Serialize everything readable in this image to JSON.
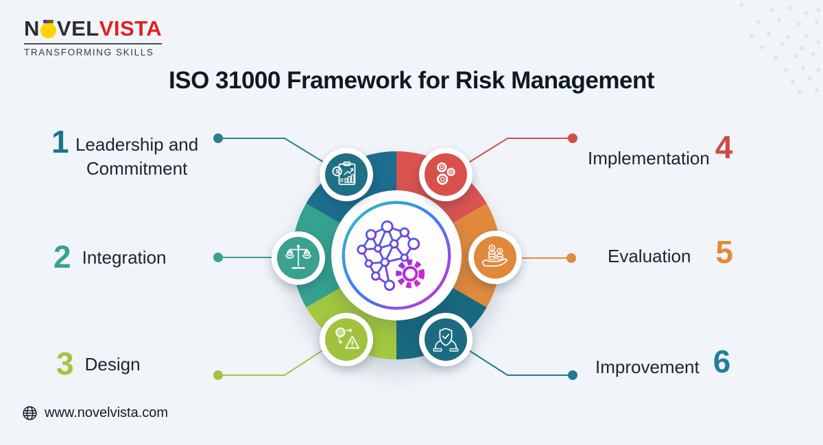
{
  "brand": {
    "name_part1": "N",
    "name_part2": "VEL",
    "name_part3": "VISTA",
    "tagline": "TRANSFORMING SKILLS"
  },
  "title": "ISO 31000 Framework for Risk Management",
  "website": "www.novelvista.com",
  "steps": [
    {
      "number": "1",
      "label": "Leadership and Commitment",
      "color": "#1c7390",
      "icon": "financial-report-icon"
    },
    {
      "number": "2",
      "label": "Integration",
      "color": "#3aa191",
      "icon": "balance-scale-icon"
    },
    {
      "number": "3",
      "label": "Design",
      "color": "#a5c440",
      "icon": "gear-warning-icon"
    },
    {
      "number": "4",
      "label": "Implementation",
      "color": "#cc4b49",
      "icon": "gears-icon"
    },
    {
      "number": "5",
      "label": "Evaluation",
      "color": "#e08a38",
      "icon": "hand-coins-icon"
    },
    {
      "number": "6",
      "label": "Improvement",
      "color": "#257e98",
      "icon": "shield-check-icon"
    }
  ],
  "colors": {
    "background": "#f1f4f8",
    "title_text": "#0f1a26",
    "label_text": "#1b2533",
    "wedge_red": "#d95450",
    "wedge_orange": "#e1893d",
    "wedge_dark_teal": "#186a81",
    "wedge_yellow_green": "#a3c83f",
    "wedge_sea_green": "#35a290",
    "wedge_dark_blue": "#1d6d8f",
    "logo_red": "#e01f1f",
    "logo_dark": "#2d2d2d",
    "bulb_yellow": "#ffd400",
    "hub_ring_gradient": [
      "#2ec4b6",
      "#3e7bfa",
      "#d62ad0"
    ]
  }
}
